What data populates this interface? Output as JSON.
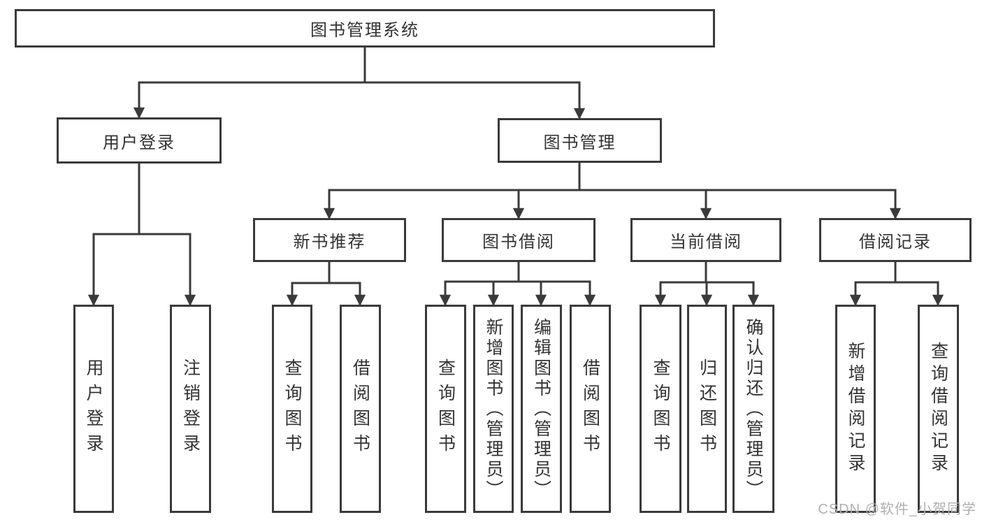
{
  "diagram_type": "hierarchy-tree",
  "colors": {
    "line": "#3a3a3a",
    "box_border": "#3a3a3a",
    "text": "#333333",
    "background": "#ffffff",
    "watermark": "#b0b0b0"
  },
  "tree": {
    "label": "图书管理系统",
    "children": [
      {
        "label": "用户登录",
        "children": [
          {
            "label": "用户登录"
          },
          {
            "label": "注销登录"
          }
        ]
      },
      {
        "label": "图书管理",
        "children": [
          {
            "label": "新书推荐",
            "children": [
              {
                "label": "查询图书"
              },
              {
                "label": "借阅图书"
              }
            ]
          },
          {
            "label": "图书借阅",
            "children": [
              {
                "label": "查询图书"
              },
              {
                "label": "新增图书（管理员）"
              },
              {
                "label": "编辑图书（管理员）"
              },
              {
                "label": "借阅图书"
              }
            ]
          },
          {
            "label": "当前借阅",
            "children": [
              {
                "label": "查询图书"
              },
              {
                "label": "归还图书"
              },
              {
                "label": "确认归还（管理员）"
              }
            ]
          },
          {
            "label": "借阅记录",
            "children": [
              {
                "label": "新增借阅记录"
              },
              {
                "label": "查询借阅记录"
              }
            ]
          }
        ]
      }
    ]
  },
  "watermark": {
    "text": "CSDN @软件_小贺同学"
  }
}
